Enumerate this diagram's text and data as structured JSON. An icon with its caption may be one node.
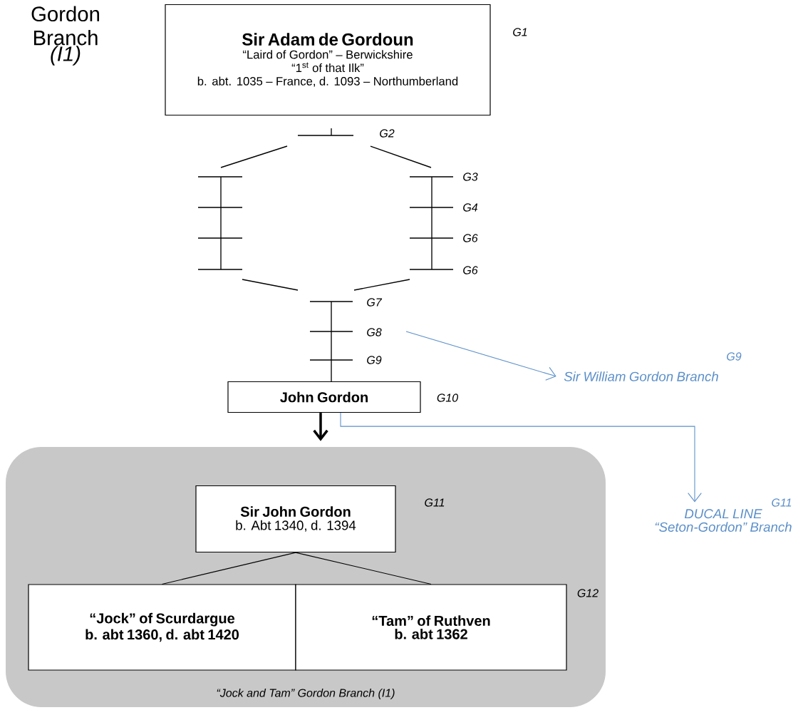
{
  "diagram": {
    "nodes": [
      {
        "text": [
          "Sir Adam de Gordoun",
          "“Laird of Gordon” – Berwickshire",
          "“1$^{st}$ of that Ilk”",
          "b. abt. 1035 – France, d. 1093 – Northumberland"
        ],
        "beside": [
          "G1"
        ]
      },
      {
        "text": [
          "John Gordon"
        ],
        "beside": [
          "G10"
        ]
      },
      {
        "text": [
          "Sir William Gordon Branch"
        ],
        "beside": [
          "G9"
        ]
      },
      {
        "text": [
          "DUCAL LINE",
          "“Seton-Gordon” Branch"
        ],
        "beside": [
          "G11"
        ]
      },
      {
        "text": [
          "“Jock and Tam” Gordon Branch (I1)"
        ]
      },
      {
        "text": [
          "Sir John Gordon",
          "b. Abt 1340, d. 1394"
        ],
        "in": 4,
        "beside": [
          "G11"
        ]
      },
      {
        "text": [
          "“Jock” of Scurdargue",
          "b. abt 1360, d. abt 1420"
        ],
        "in": 4
      },
      {
        "text": [
          "“Tam” of Ruthven",
          "b. abt 1362"
        ],
        "in": 4,
        "beside": [
          "G12"
        ]
      }
    ],
    "edges": [
      {
        "from": null,
        "to": 2,
        "arrow": "to",
        "color": "#5b8fc9"
      },
      {
        "from": 1,
        "to": 4,
        "arrow": "to",
        "style": "thick"
      },
      {
        "from": 1,
        "to": 3,
        "arrow": "to",
        "color": "#5b8fc9"
      },
      {
        "from": 5,
        "to": 6,
        "arrow": "none"
      },
      {
        "from": 5,
        "to": 7,
        "arrow": "none"
      }
    ],
    "labels": [
      "Gordon Branch",
      "(I1)",
      "G2",
      "G3",
      "G4",
      "G6",
      "G6",
      "G7",
      "G8",
      "G9"
    ]
  }
}
